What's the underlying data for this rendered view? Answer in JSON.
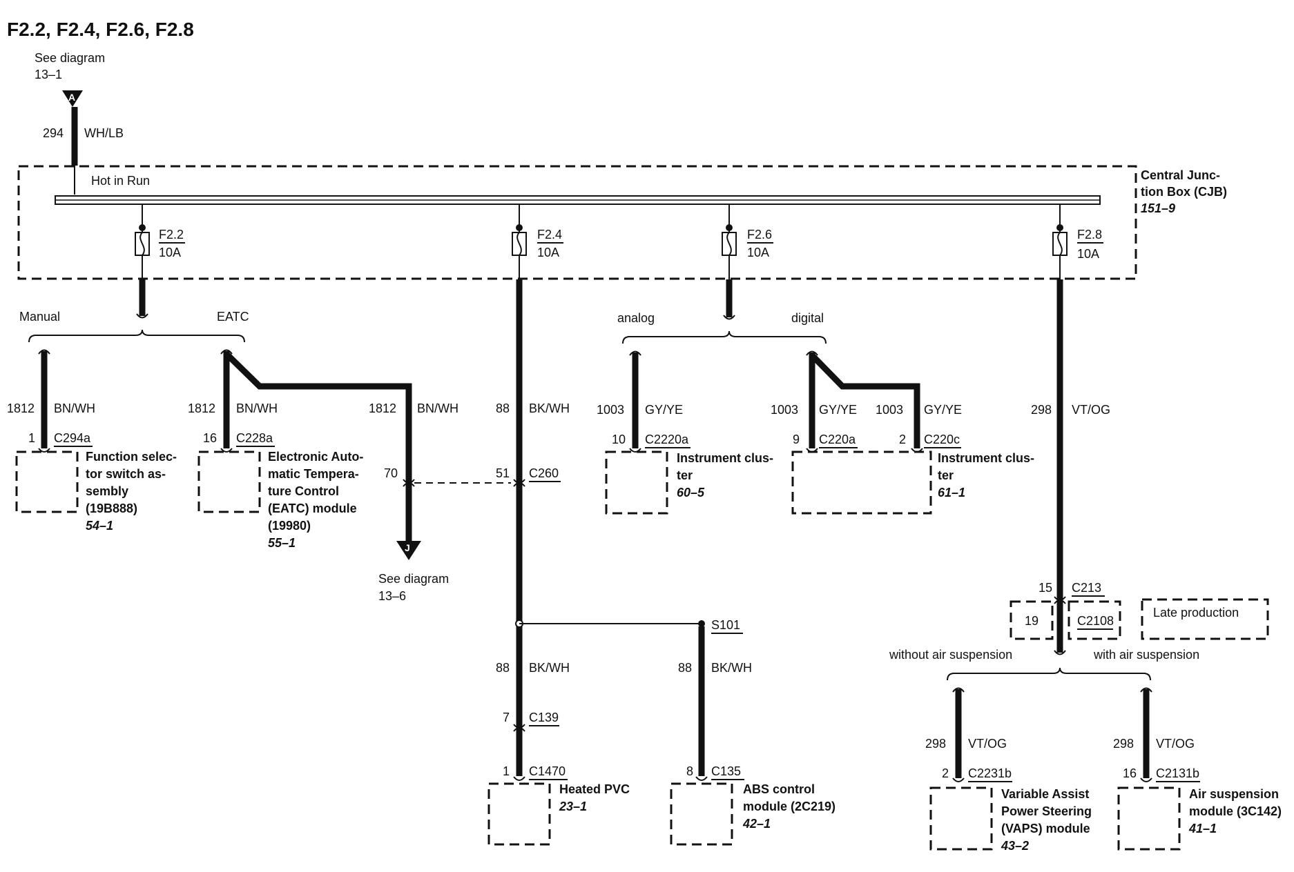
{
  "title": "F2.2, F2.4, F2.6, F2.8",
  "top": {
    "see_diagram": "See diagram",
    "ref": "13–1",
    "connector": "A",
    "circuit": "294",
    "color": "WH/LB",
    "hot_in_run": "Hot in Run"
  },
  "cjb": {
    "line1": "Central Junc-",
    "line2": "tion Box (CJB)",
    "ref": "151–9"
  },
  "fuses": [
    {
      "name": "F2.2",
      "rating": "10A"
    },
    {
      "name": "F2.4",
      "rating": "10A"
    },
    {
      "name": "F2.6",
      "rating": "10A"
    },
    {
      "name": "F2.8",
      "rating": "10A"
    }
  ],
  "f22": {
    "manual": "Manual",
    "eatc": "EATC",
    "w1": {
      "circuit": "1812",
      "color": "BN/WH",
      "pin": "1",
      "connector": "C294a"
    },
    "w2": {
      "circuit": "1812",
      "color": "BN/WH",
      "pin": "16",
      "connector": "C228a"
    },
    "w3": {
      "circuit": "1812",
      "color": "BN/WH",
      "pin": "70"
    },
    "comp1": {
      "l1": "Function selec-",
      "l2": "tor switch as-",
      "l3": "sembly",
      "l4": "(19B888)",
      "ref": "54–1"
    },
    "comp2": {
      "l1": "Electronic Auto-",
      "l2": "matic Tempera-",
      "l3": "ture Control",
      "l4": "(EATC) module",
      "l5": "(19980)",
      "ref": "55–1"
    },
    "see": {
      "connector": "J",
      "text": "See diagram",
      "ref": "13–6"
    }
  },
  "f24": {
    "w1": {
      "circuit": "88",
      "color": "BK/WH",
      "pin": "51",
      "connector": "C260"
    },
    "splice": "S101",
    "w2": {
      "circuit": "88",
      "color": "BK/WH",
      "pin": "7",
      "connector": "C139"
    },
    "w2b": {
      "pin": "1",
      "connector": "C1470"
    },
    "w3": {
      "circuit": "88",
      "color": "BK/WH",
      "pin": "8",
      "connector": "C135"
    },
    "comp1": {
      "l1": "Heated PVC",
      "ref": "23–1"
    },
    "comp2": {
      "l1": "ABS control",
      "l2": "module (2C219)",
      "ref": "42–1"
    }
  },
  "f26": {
    "analog": "analog",
    "digital": "digital",
    "w1": {
      "circuit": "1003",
      "color": "GY/YE",
      "pin": "10",
      "connector": "C2220a"
    },
    "w2": {
      "circuit": "1003",
      "color": "GY/YE",
      "pin": "9",
      "connector": "C220a"
    },
    "w3": {
      "circuit": "1003",
      "color": "GY/YE",
      "pin": "2",
      "connector": "C220c"
    },
    "comp1": {
      "l1": "Instrument clus-",
      "l2": "ter",
      "ref": "60–5"
    },
    "comp2": {
      "l1": "Instrument clus-",
      "l2": "ter",
      "ref": "61–1"
    }
  },
  "f28": {
    "w1": {
      "circuit": "298",
      "color": "VT/OG",
      "pin": "15",
      "connector": "C213"
    },
    "alt_pin": "19",
    "alt_connector": "C2108",
    "late": "Late production",
    "without": "without air suspension",
    "with": "with air suspension",
    "w2": {
      "circuit": "298",
      "color": "VT/OG",
      "pin": "2",
      "connector": "C2231b"
    },
    "w3": {
      "circuit": "298",
      "color": "VT/OG",
      "pin": "16",
      "connector": "C2131b"
    },
    "comp1": {
      "l1": "Variable Assist",
      "l2": "Power Steering",
      "l3": "(VAPS) module",
      "ref": "43–2"
    },
    "comp2": {
      "l1": "Air suspension",
      "l2": "module (3C142)",
      "ref": "41–1"
    }
  }
}
